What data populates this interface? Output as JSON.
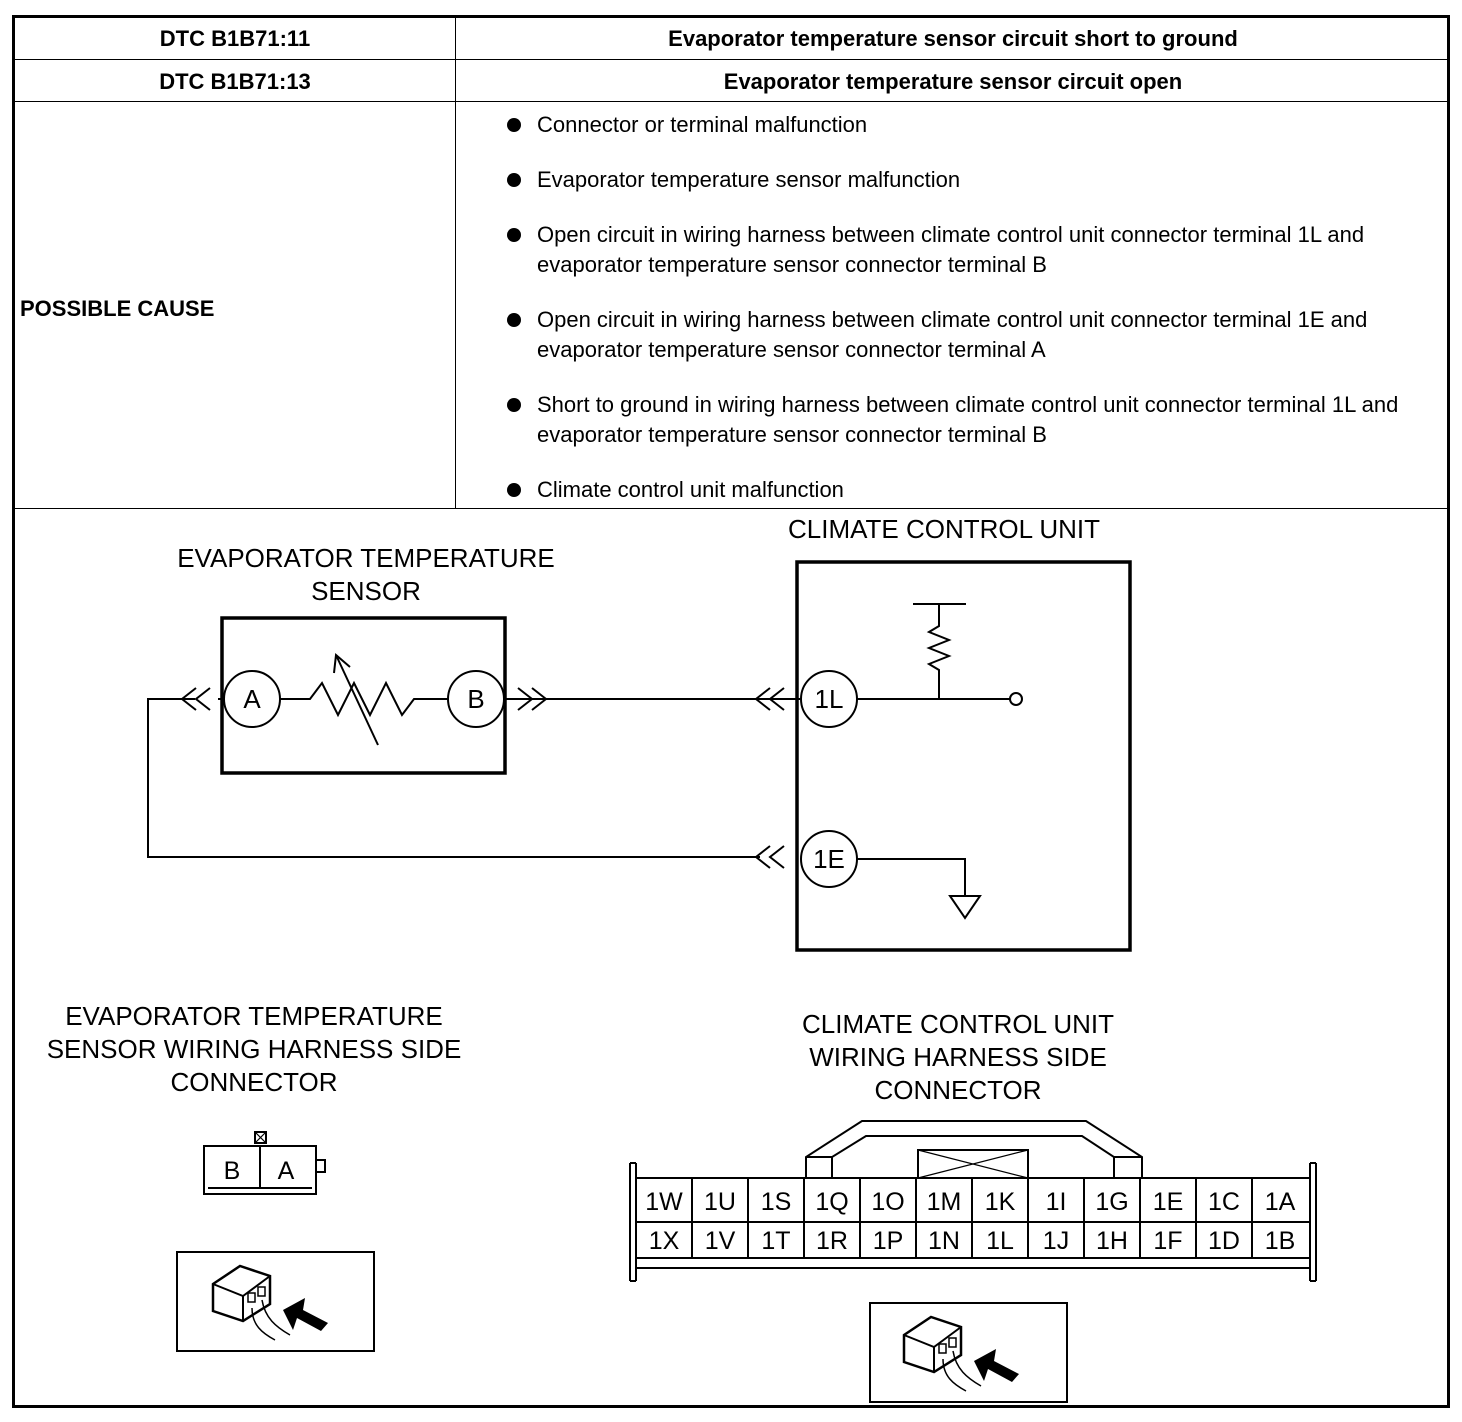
{
  "table": {
    "rows": [
      {
        "code": "DTC B1B71:11",
        "description": "Evaporator temperature sensor circuit short to ground"
      },
      {
        "code": "DTC B1B71:13",
        "description": "Evaporator temperature sensor circuit open"
      }
    ],
    "possible_cause_label": "POSSIBLE CAUSE",
    "causes": [
      "Connector or terminal malfunction",
      "Evaporator temperature sensor malfunction",
      "Open circuit in wiring harness between climate control unit connector terminal 1L and evaporator temperature sensor connector terminal B",
      "Open circuit in wiring harness between climate control unit connector terminal 1E and evaporator temperature sensor connector terminal A",
      "Short to ground in wiring harness between climate control unit connector terminal 1L and evaporator temperature sensor connector terminal B",
      "Climate control unit malfunction"
    ]
  },
  "diagram": {
    "sensor_title_line1": "EVAPORATOR TEMPERATURE",
    "sensor_title_line2": "SENSOR",
    "unit_title": "CLIMATE CONTROL UNIT",
    "terminal_a": "A",
    "terminal_b": "B",
    "terminal_1l": "1L",
    "terminal_1e": "1E",
    "sensor_connector_title_line1": "EVAPORATOR TEMPERATURE",
    "sensor_connector_title_line2": "SENSOR WIRING HARNESS SIDE",
    "sensor_connector_title_line3": "CONNECTOR",
    "sensor_connector_pin_b": "B",
    "sensor_connector_pin_a": "A",
    "unit_connector_title_line1": "CLIMATE CONTROL UNIT",
    "unit_connector_title_line2": "WIRING HARNESS SIDE",
    "unit_connector_title_line3": "CONNECTOR",
    "unit_connector_top_row": [
      "1W",
      "1U",
      "1S",
      "1Q",
      "1O",
      "1M",
      "1K",
      "1I",
      "1G",
      "1E",
      "1C",
      "1A"
    ],
    "unit_connector_bottom_row": [
      "1X",
      "1V",
      "1T",
      "1R",
      "1P",
      "1N",
      "1L",
      "1J",
      "1H",
      "1F",
      "1D",
      "1B"
    ]
  }
}
